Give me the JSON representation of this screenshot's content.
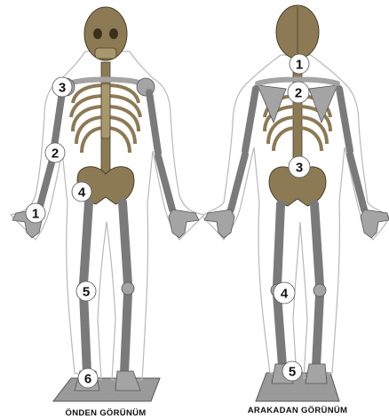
{
  "views": {
    "front": {
      "caption": "ÖNDEN GÖRÜNÜM",
      "markers": [
        {
          "id": "front-1",
          "label": "1"
        },
        {
          "id": "front-2",
          "label": "2"
        },
        {
          "id": "front-3",
          "label": "3"
        },
        {
          "id": "front-4",
          "label": "4"
        },
        {
          "id": "front-5",
          "label": "5"
        },
        {
          "id": "front-6",
          "label": "6"
        }
      ]
    },
    "back": {
      "caption": "ARAKADAN GÖRÜNÜM",
      "markers": [
        {
          "id": "back-1",
          "label": "1"
        },
        {
          "id": "back-2",
          "label": "2"
        },
        {
          "id": "back-3",
          "label": "3"
        },
        {
          "id": "back-4",
          "label": "4"
        },
        {
          "id": "back-5",
          "label": "5"
        }
      ]
    }
  },
  "colors": {
    "axial_bone": "#8c7a55",
    "axial_bone_light": "#a8976c",
    "limb_bone": "#a4a4a4",
    "limb_bone_dark": "#7a7a7a",
    "outline": "#3a3a3a",
    "marker_fill": "#ffffff",
    "floor": "#9a9a9a"
  }
}
